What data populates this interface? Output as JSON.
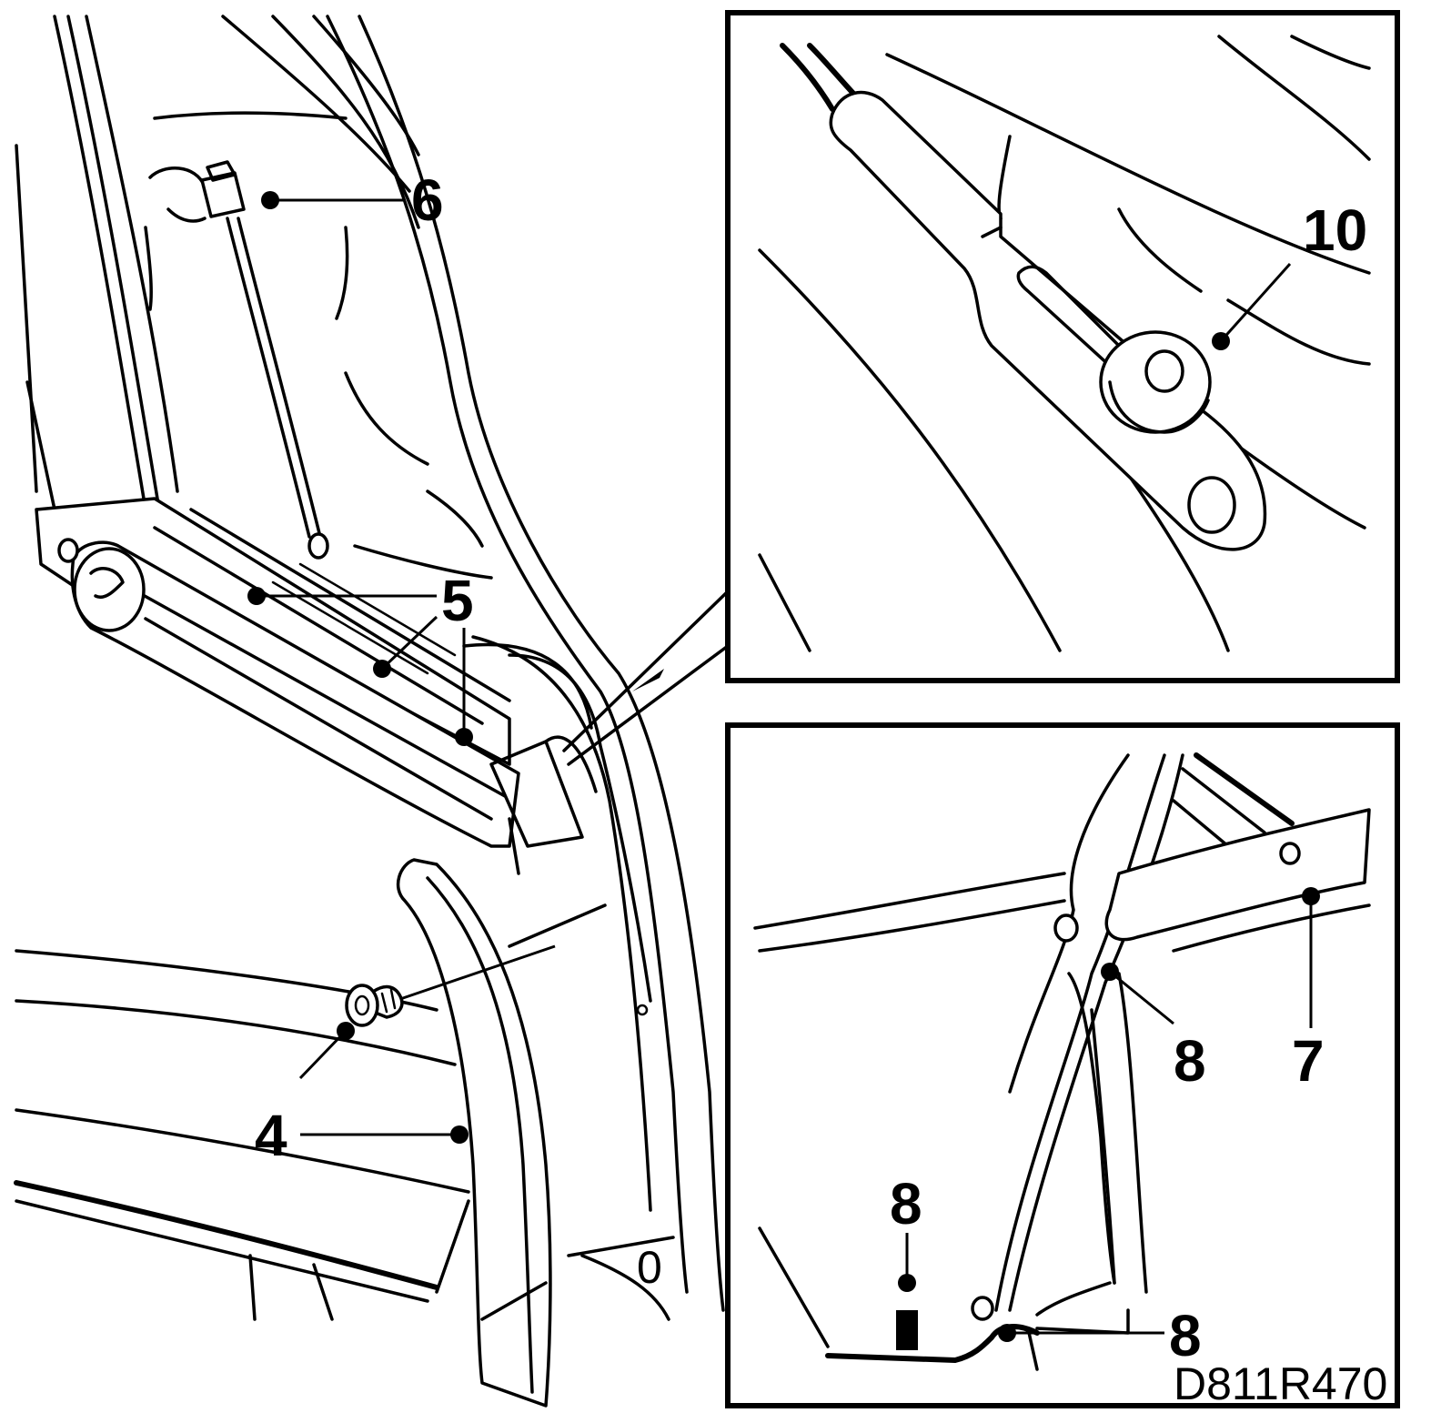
{
  "callouts": {
    "c4": "4",
    "c5": "5",
    "c6": "6",
    "c7": "7",
    "c8a": "8",
    "c8b": "8",
    "c8c": "8",
    "c10": "10"
  },
  "drawing_code": "D811R470"
}
